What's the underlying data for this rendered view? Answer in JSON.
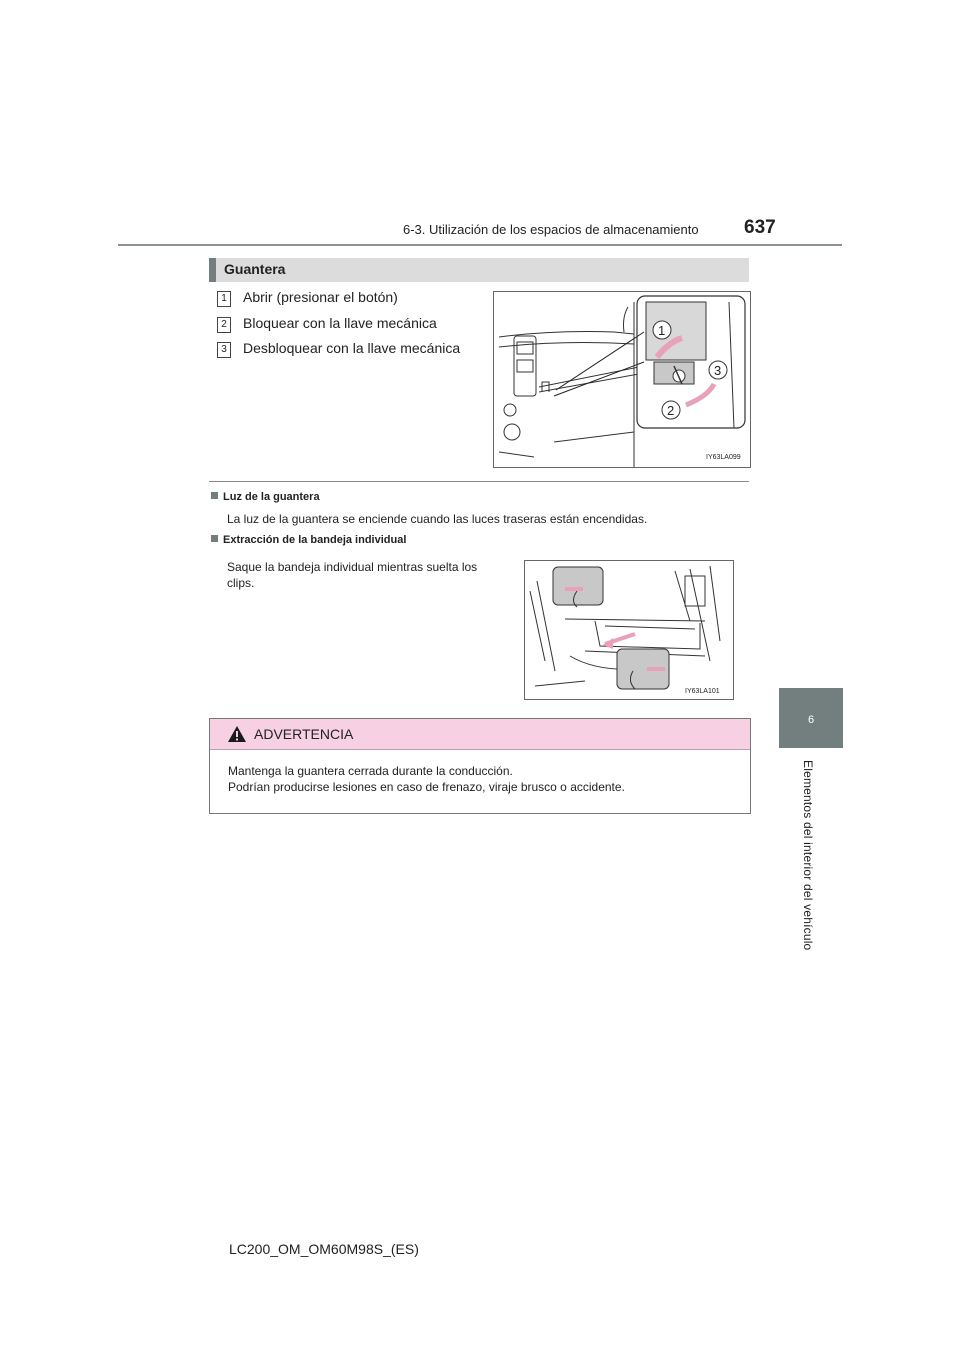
{
  "header": {
    "section": "6-3. Utilización de los espacios de almacenamiento",
    "page_number": "637"
  },
  "side_tab": {
    "number": "6",
    "chapter": "Elementos del interior del vehículo"
  },
  "section": {
    "title": "Guantera",
    "steps": [
      {
        "num": "1",
        "text": "Abrir (presionar el botón)"
      },
      {
        "num": "2",
        "text": "Bloquear con la llave mecánica"
      },
      {
        "num": "3",
        "text": "Desbloquear con la llave mecánica"
      }
    ],
    "figure1": {
      "code": "IY63LA099",
      "callouts": [
        "1",
        "2",
        "3"
      ]
    }
  },
  "subsections": [
    {
      "title": "Luz de la guantera",
      "text": "La luz de la guantera se enciende cuando las luces traseras están encendidas."
    },
    {
      "title": "Extracción de la bandeja individual",
      "text_line1": "Saque la bandeja individual mientras suelta los",
      "text_line2": "clips.",
      "figure_code": "IY63LA101"
    }
  ],
  "warning": {
    "title": "ADVERTENCIA",
    "line1": "Mantenga la guantera cerrada durante la conducción.",
    "line2": "Podrían producirse lesiones en caso de frenazo, viraje brusco o accidente."
  },
  "footer": "LC200_OM_OM60M98S_(ES)",
  "colors": {
    "accent_gray": "#737f7f",
    "heading_bg": "#dcdcdc",
    "warning_bg": "#f7d1e3",
    "arrow_pink": "#e8a0bb"
  }
}
